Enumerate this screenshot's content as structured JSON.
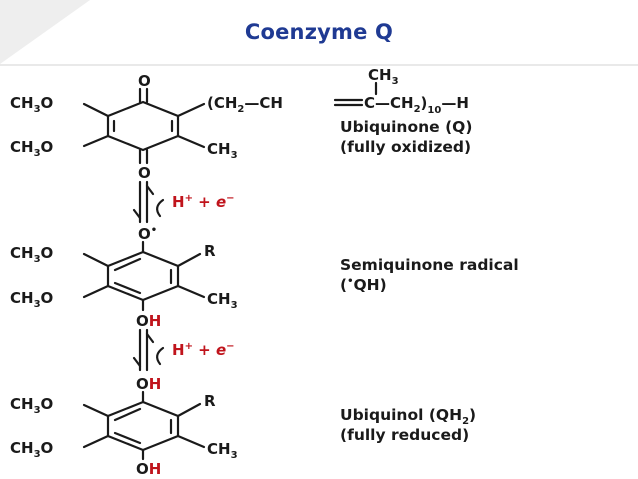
{
  "title": "Coenzyme Q",
  "q": {
    "o_top": "O",
    "o_bottom": "O",
    "sub1_pre": "CH",
    "sub1_num": "3",
    "sub1_post": "O",
    "sub2_pre": "CH",
    "sub2_num": "3",
    "sub2_post": "O",
    "methyl_pre": "CH",
    "methyl_num": "3",
    "chain_start": "(CH",
    "chain_n1": "2",
    "chain_mid": "—CH",
    "chain_c": "C",
    "chain_ch2": "—CH",
    "chain_n2": "2",
    "chain_close": ")",
    "chain_rep": "10",
    "chain_end": "—H",
    "branch_pre": "CH",
    "branch_num": "3",
    "name_line1": "Ubiquinone (Q)",
    "name_line2": "(fully oxidized)"
  },
  "step1": {
    "h": "H",
    "h_charge": "+",
    "plus": " + ",
    "e": "e",
    "e_charge": "−"
  },
  "semi": {
    "o_top": "O",
    "radical_dot": "•",
    "sub1_pre": "CH",
    "sub1_num": "3",
    "sub1_post": "O",
    "sub2_pre": "CH",
    "sub2_num": "3",
    "sub2_post": "O",
    "r": "R",
    "methyl_pre": "CH",
    "methyl_num": "3",
    "oh_o": "O",
    "oh_h": "H",
    "name_line1": "Semiquinone radical",
    "name_line2_open": "(",
    "name_line2_dot": "•",
    "name_line2_rest": "QH)"
  },
  "step2": {
    "h": "H",
    "h_charge": "+",
    "plus": " + ",
    "e": "e",
    "e_charge": "−"
  },
  "ol": {
    "top_o": "O",
    "top_h": "H",
    "sub1_pre": "CH",
    "sub1_num": "3",
    "sub1_post": "O",
    "sub2_pre": "CH",
    "sub2_num": "3",
    "sub2_post": "O",
    "r": "R",
    "methyl_pre": "CH",
    "methyl_num": "3",
    "bot_o": "O",
    "bot_h": "H",
    "name_line1_pre": "Ubiquinol (QH",
    "name_line1_num": "2",
    "name_line1_post": ")",
    "name_line2": "(fully reduced)"
  }
}
